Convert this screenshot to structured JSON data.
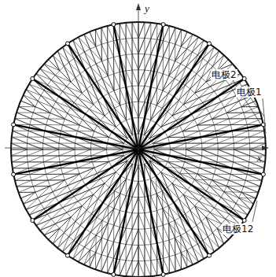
{
  "diagram": {
    "labels": [
      "y",
      "x",
      "电极2",
      "电极1",
      "电极12"
    ]
  }
}
